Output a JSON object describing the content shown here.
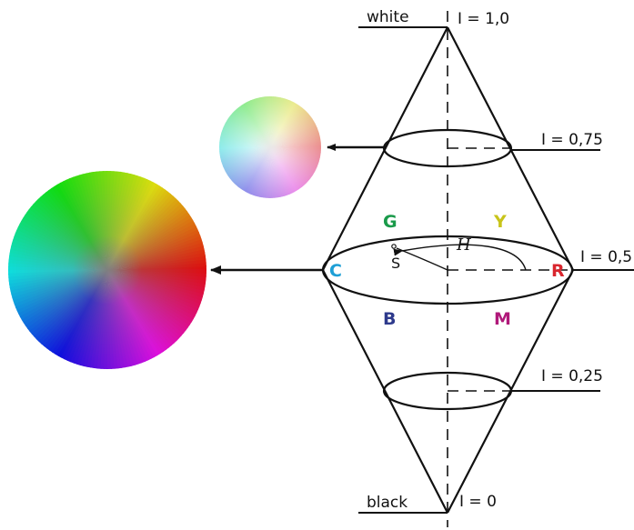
{
  "labels": {
    "white": "white",
    "black": "black"
  },
  "levels": {
    "l100": "I = 1,0",
    "l075": "I = 0,75",
    "l050": "I = 0,5",
    "l025": "I = 0,25",
    "l000": "I = 0"
  },
  "hues": {
    "g": "G",
    "y": "Y",
    "c": "C",
    "r": "R",
    "b": "B",
    "m": "M"
  },
  "angle_labels": {
    "h": "H",
    "s": "S"
  },
  "colors": {
    "g": "#1a9a4a",
    "y": "#c8c41a",
    "c": "#1e9fd6",
    "r": "#d9262e",
    "b": "#2e3a8c",
    "m": "#b0197a",
    "line": "#111111"
  }
}
